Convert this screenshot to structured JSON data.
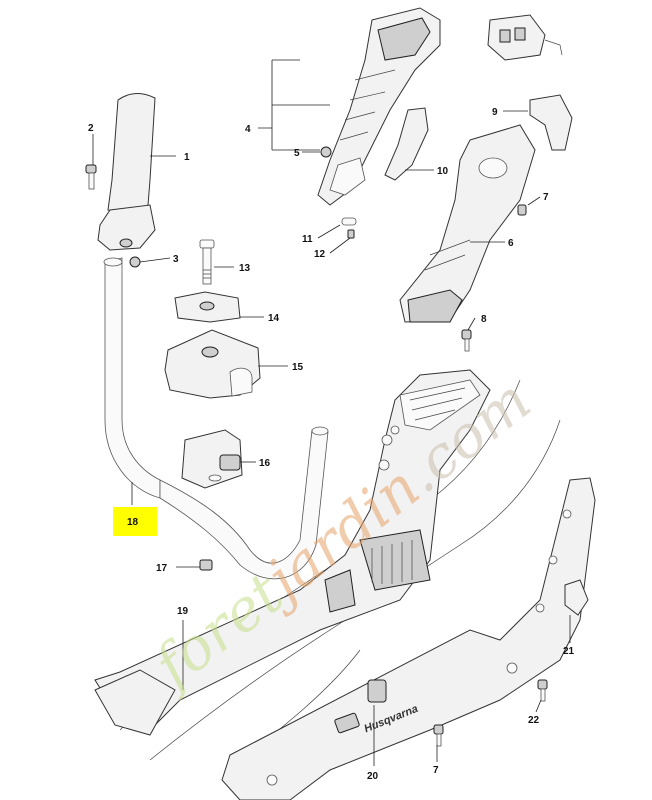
{
  "highlight_color": "#ffff00",
  "watermark": {
    "text": "foretjardin.com",
    "colors": [
      "#c8df8a",
      "#e7a46a",
      "#c9bfae"
    ]
  },
  "brand_text": "Husqvarna",
  "parts": [
    {
      "id": "1",
      "label": "1"
    },
    {
      "id": "2",
      "label": "2"
    },
    {
      "id": "3",
      "label": "3"
    },
    {
      "id": "4",
      "label": "4"
    },
    {
      "id": "5",
      "label": "5"
    },
    {
      "id": "6",
      "label": "6"
    },
    {
      "id": "7a",
      "label": "7"
    },
    {
      "id": "7b",
      "label": "7"
    },
    {
      "id": "8",
      "label": "8"
    },
    {
      "id": "9",
      "label": "9"
    },
    {
      "id": "10",
      "label": "10"
    },
    {
      "id": "11",
      "label": "11"
    },
    {
      "id": "12",
      "label": "12"
    },
    {
      "id": "13",
      "label": "13"
    },
    {
      "id": "14",
      "label": "14"
    },
    {
      "id": "15",
      "label": "15"
    },
    {
      "id": "16",
      "label": "16"
    },
    {
      "id": "17",
      "label": "17"
    },
    {
      "id": "18",
      "label": "18",
      "highlighted": true
    },
    {
      "id": "19",
      "label": "19"
    },
    {
      "id": "20",
      "label": "20"
    },
    {
      "id": "21",
      "label": "21"
    },
    {
      "id": "22",
      "label": "22"
    }
  ]
}
